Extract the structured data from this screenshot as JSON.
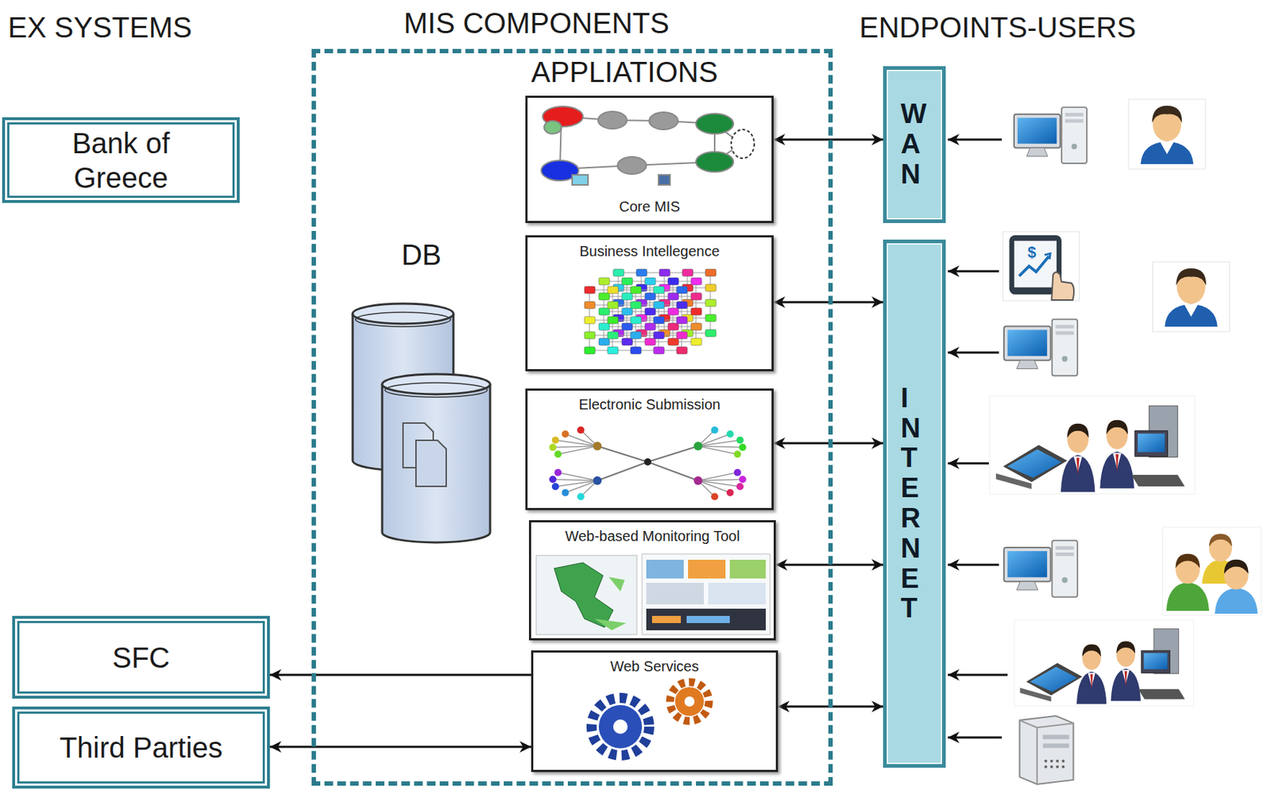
{
  "diagram": {
    "nodes": [
      {
        "text": [
          "Bank of Greece"
        ]
      },
      {
        "text": [
          "MIS COMPONENTS",
          "APPLIATIONS"
        ]
      },
      {
        "text": [
          "DB"
        ],
        "in": 1
      },
      {
        "text": [
          "Core MIS"
        ],
        "in": 1
      },
      {
        "text": [
          "Business Intellegence"
        ],
        "in": 1
      },
      {
        "text": [
          "Electronic Submission"
        ],
        "in": 1
      },
      {
        "text": [
          "Web-based Monitoring Tool"
        ],
        "in": 1
      },
      {
        "text": [
          "Web Services"
        ],
        "in": 1
      },
      {
        "text": [
          "WAN"
        ]
      },
      {
        "text": [
          "INTERNET"
        ]
      },
      {
        "text": [
          "SFC"
        ]
      },
      {
        "text": [
          "Third Parties"
        ]
      }
    ],
    "edges": [
      {
        "from": 3,
        "to": 8,
        "arrow": "both"
      },
      {
        "from": 4,
        "to": 9,
        "arrow": "both"
      },
      {
        "from": 5,
        "to": 9,
        "arrow": "both"
      },
      {
        "from": 6,
        "to": 9,
        "arrow": "both"
      },
      {
        "from": 7,
        "to": 9,
        "arrow": "both"
      },
      {
        "from": 7,
        "to": 10,
        "arrow": "to"
      },
      {
        "from": 11,
        "to": 7,
        "arrow": "both"
      }
    ],
    "labels": [
      "EX SYSTEMS",
      "ENDPOINTS-USERS"
    ]
  }
}
